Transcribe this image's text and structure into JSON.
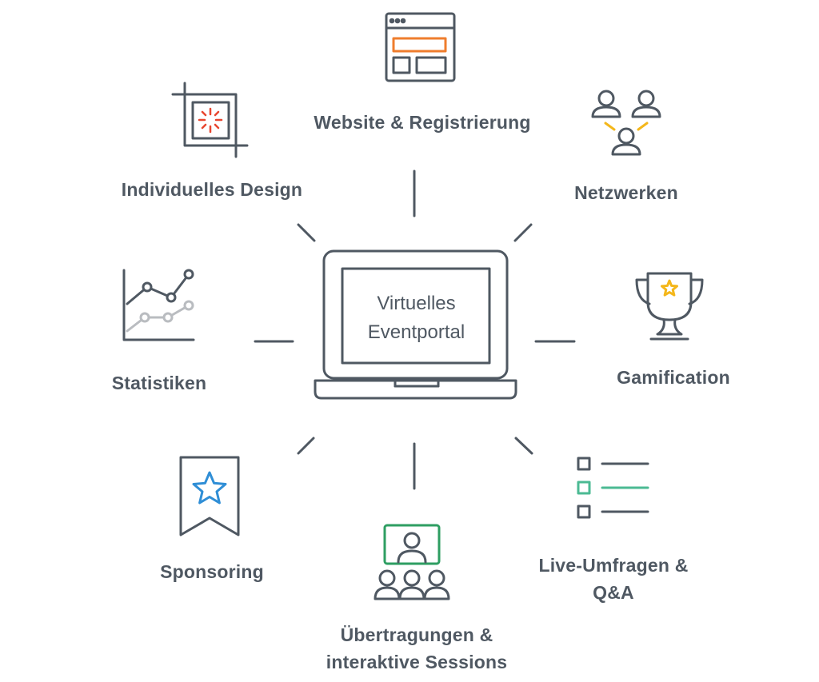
{
  "center": {
    "line1": "Virtuelles",
    "line2": "Eventportal"
  },
  "features": {
    "website": "Website & Registrierung",
    "design": "Individuelles Design",
    "network": "Netzwerken",
    "stats": "Statistiken",
    "gamification": "Gamification",
    "sponsoring": "Sponsoring",
    "polls_line1": "Live-Umfragen &",
    "polls_line2": "Q&A",
    "streams_line1": "Übertragungen &",
    "streams_line2": "interaktive Sessions"
  },
  "icons": {
    "website": "browser-window-icon",
    "design": "crop-frame-icon",
    "network": "people-network-icon",
    "stats": "line-chart-icon",
    "gamification": "trophy-icon",
    "sponsoring": "star-ribbon-icon",
    "polls": "checklist-icon",
    "streams": "video-audience-icon",
    "center": "laptop-icon"
  },
  "colors": {
    "stroke": "#4f5862",
    "orange": "#ef7d2d",
    "red": "#e8462f",
    "yellow": "#f4b71b",
    "gray": "#b9bcc0",
    "blue": "#2f8ed6",
    "teal": "#4bba93",
    "green": "#2e9e62"
  }
}
